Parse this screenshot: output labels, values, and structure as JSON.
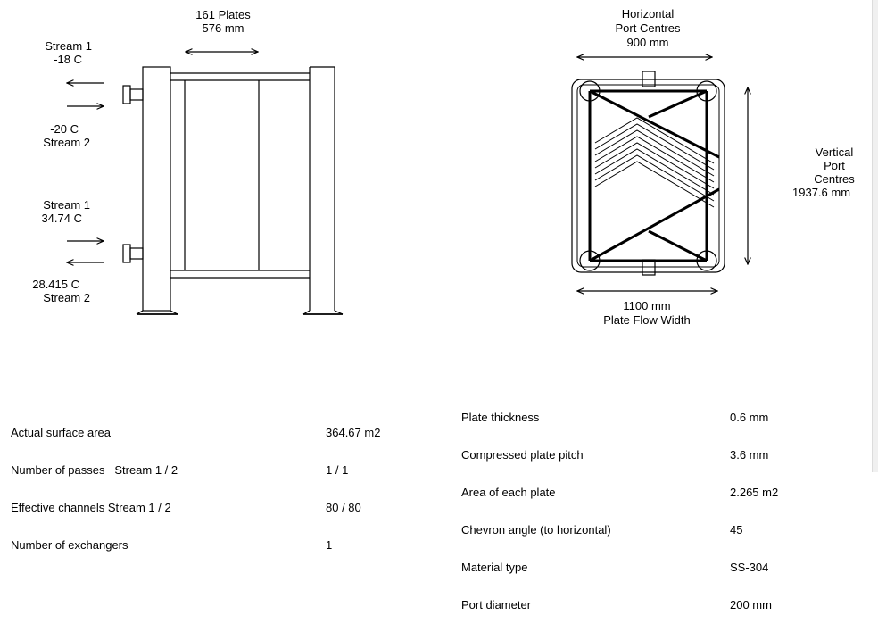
{
  "side_view": {
    "plates": "161 Plates",
    "plate_pack_length": "576 mm",
    "top_stream1_label": "Stream 1",
    "top_stream1_temp": "-18 C",
    "top_stream2_temp": "-20 C",
    "top_stream2_label": "Stream 2",
    "bottom_stream1_label": "Stream 1",
    "bottom_stream1_temp": "34.74 C",
    "bottom_stream2_temp": "28.415 C",
    "bottom_stream2_label": "Stream 2"
  },
  "plate_view": {
    "horizontal_label_1": "Horizontal",
    "horizontal_label_2": "Port Centres",
    "horizontal_value": "900 mm",
    "vertical_label_1": "Vertical",
    "vertical_label_2": "Port",
    "vertical_label_3": "Centres",
    "vertical_value": "1937.6 mm",
    "width_value": "1100 mm",
    "width_label": "Plate Flow Width"
  },
  "left_table": {
    "labels": [
      "Actual surface area",
      "Number of passes   Stream 1 / 2",
      "Effective channels Stream 1 / 2",
      "Number of exchangers"
    ],
    "values": [
      "364.67 m2",
      "1 / 1",
      "80 / 80",
      "1"
    ]
  },
  "right_table": {
    "labels": [
      "Plate thickness",
      "Compressed plate pitch",
      "Area of each plate",
      "Chevron angle (to horizontal)",
      "Material type",
      "Port diameter"
    ],
    "values": [
      "0.6 mm",
      "3.6 mm",
      "2.265 m2",
      "45",
      "SS-304",
      "200 mm"
    ]
  }
}
